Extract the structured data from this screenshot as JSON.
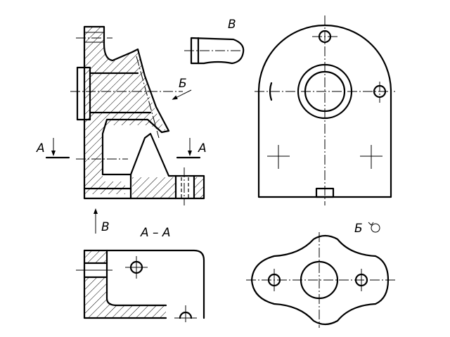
{
  "labels": {
    "view_v_top": "В",
    "view_b_arrow": "Б",
    "section_a_left": "А",
    "section_a_right": "А",
    "view_v_arrow": "В",
    "section_title": "А – А",
    "view_b_title": "Б"
  }
}
